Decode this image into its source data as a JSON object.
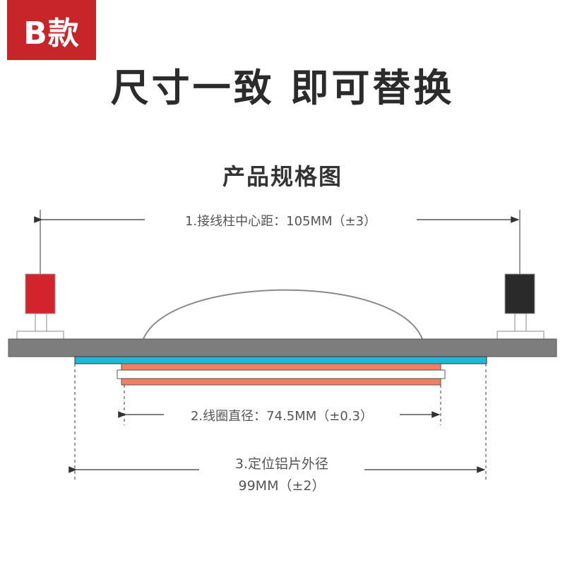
{
  "badge": {
    "label": "B款",
    "color": "#c8252a"
  },
  "headline": "尺寸一致  即可替换",
  "subtitle": "产品规格图",
  "dimensions": {
    "terminal_spacing": "1.接线柱中心距：105MM（±3）",
    "coil_diameter": "2.线圈直径：74.5MM（±0.3）",
    "plate_diameter_line1": "3.定位铝片外径",
    "plate_diameter_line2": "99MM（±2）"
  },
  "colors": {
    "base_plate": "#7d7d7d",
    "positioning_plate": "#1fb8d6",
    "coil": "#f08060",
    "terminal_positive": "#d3242e",
    "terminal_negative": "#2a2a2a",
    "dome_outline": "#8a8a8a",
    "text": "#555555"
  }
}
